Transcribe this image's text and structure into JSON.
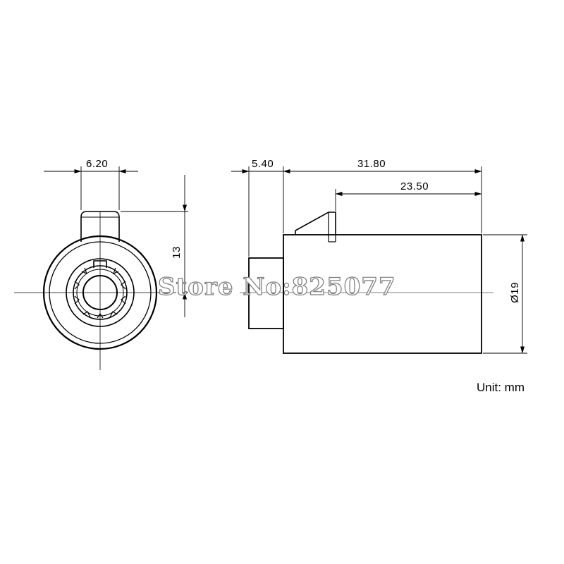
{
  "dimensions": {
    "tab_width": "6.20",
    "tab_height": "13",
    "front_length": "5.40",
    "overall_length": "31.80",
    "latch_offset": "23.50",
    "body_diameter": "Ø19"
  },
  "watermark": "Store No:825077",
  "unit_note": "Unit: mm"
}
